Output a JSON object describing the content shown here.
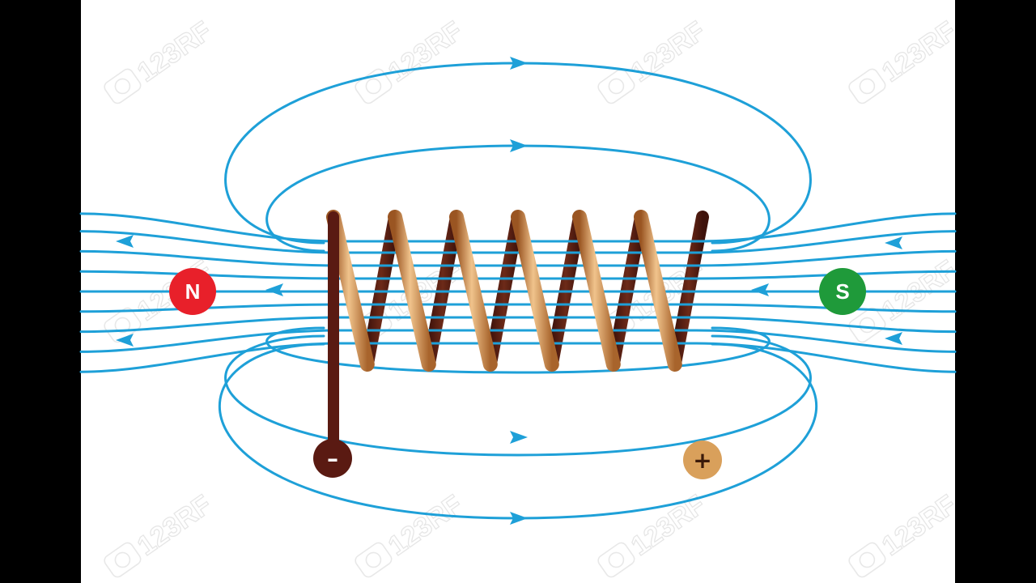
{
  "poles": {
    "north": {
      "label": "N",
      "color": "#e8202a"
    },
    "south": {
      "label": "S",
      "color": "#1f9a3a"
    }
  },
  "terminals": {
    "negative": {
      "label": "–",
      "color": "#5a1a12"
    },
    "positive": {
      "label": "+",
      "color": "#d9a05b"
    }
  },
  "colors": {
    "field_line": "#1ea0d8",
    "coil_copper": "#c9823a",
    "coil_back": "#5e2114",
    "frame": "#000000",
    "canvas": "#ffffff"
  },
  "coil": {
    "turns": 6
  },
  "field": {
    "direction": "inside coil: south to north; outside: north to south"
  },
  "watermark": {
    "text": "123RF",
    "icon": "camera-icon"
  }
}
